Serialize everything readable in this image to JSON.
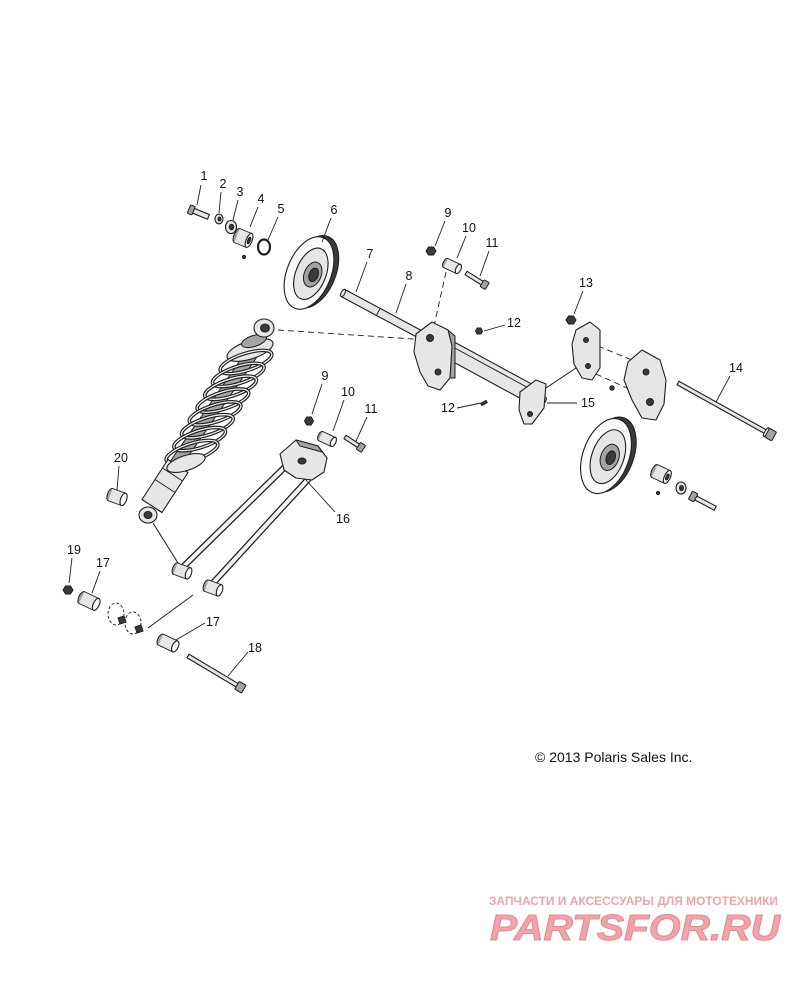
{
  "figure": {
    "copyright": "© 2013 Polaris Sales Inc."
  },
  "callouts": [
    "1",
    "2",
    "3",
    "4",
    "5",
    "6",
    "7",
    "8",
    "9",
    "10",
    "11",
    "12",
    "13",
    "14",
    "15",
    "12",
    "9",
    "10",
    "11",
    "16",
    "20",
    "19",
    "17",
    "17",
    "18"
  ],
  "watermark": {
    "tagline": "ЗАПЧАСТИ И АКСЕССУАРЫ ДЛЯ МОТОТЕХНИКИ",
    "logo": "PARTSFOR.RU"
  },
  "colors": {
    "line": "#1e1e1e",
    "part_fill": "#e6e6e6",
    "watermark": "#f0a3aa",
    "watermark_outline": "#e58b93"
  }
}
